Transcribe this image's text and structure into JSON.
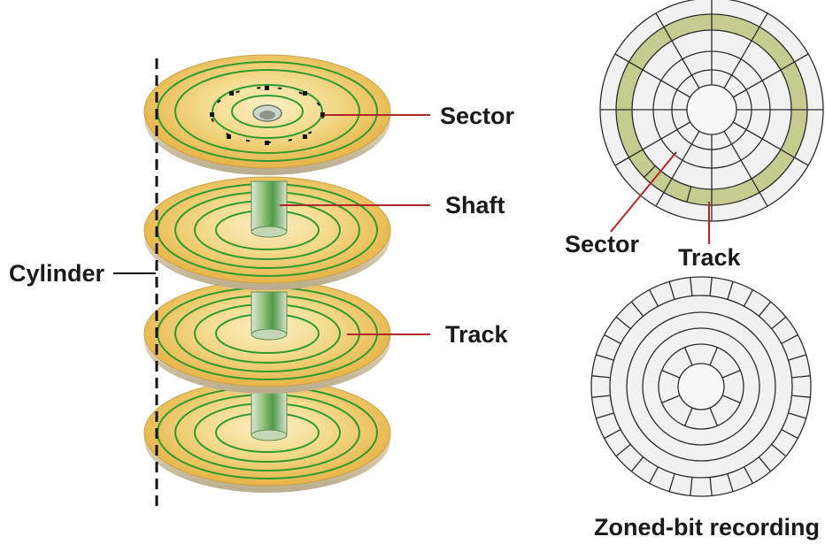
{
  "labels": {
    "sector_stack": "Sector",
    "shaft": "Shaft",
    "cylinder": "Cylinder",
    "track_stack": "Track",
    "sector_diagram": "Sector",
    "track_diagram": "Track",
    "zoned_bit": "Zoned-bit recording"
  },
  "colors": {
    "platter_light": "#f6e3a4",
    "platter_dark": "#e6b03c",
    "track_green": "#2f9b2e",
    "leader_line": "#b0272a",
    "diagram_fill": "#f1f1f1",
    "diagram_lines": "#2b2b2b",
    "highlight_track": "#c5cc8f"
  }
}
